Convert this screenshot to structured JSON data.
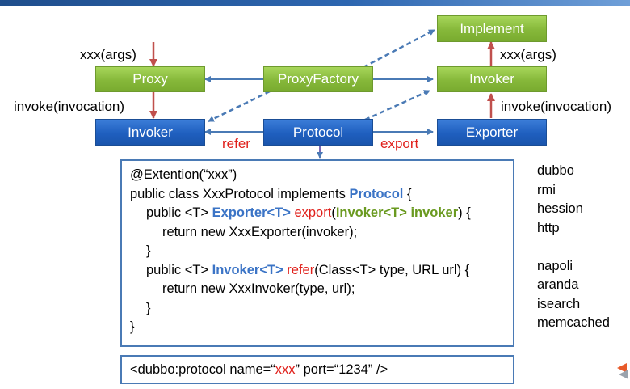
{
  "nodes": {
    "implement": "Implement",
    "proxy": "Proxy",
    "proxy_factory": "ProxyFactory",
    "invoker_right": "Invoker",
    "invoker_left": "Invoker",
    "protocol": "Protocol",
    "exporter": "Exporter"
  },
  "labels": {
    "xxx_args_left": "xxx(args)",
    "xxx_args_right": "xxx(args)",
    "invoke_left": "invoke(invocation)",
    "invoke_right": "invoke(invocation)",
    "refer": "refer",
    "export": "export"
  },
  "code": {
    "line1": "@Extention(“xxx”)",
    "line2_a": "public class XxxProtocol implements ",
    "line2_kw": "Protocol",
    "line2_b": " {",
    "line3_a": "public <T> ",
    "line3_kw": "Exporter<T>",
    "line3_fn": " export",
    "line3_p1": "(",
    "line3_arg": "Invoker<T> invoker",
    "line3_p2": ") {",
    "line4": "return new XxxExporter(invoker);",
    "line5": "}",
    "line6_a": "public <T> ",
    "line6_kw": "Invoker<T>",
    "line6_fn": " refer",
    "line6_b": "(Class<T> type, URL url) {",
    "line7": "return new XxxInvoker(type, url);",
    "line8": "}",
    "line9": "}"
  },
  "xml": {
    "prefix": "<dubbo:protocol name=“",
    "name_value": "xxx",
    "suffix": "” port=“1234” />"
  },
  "protocols_group1": [
    "dubbo",
    "rmi",
    "hession",
    "http"
  ],
  "protocols_group2": [
    "napoli",
    "aranda",
    "isearch",
    "memcached"
  ],
  "colors": {
    "green_box": "#86b83a",
    "blue_box": "#1f5fbf",
    "arrow_blue": "#4a7ab5",
    "arrow_red": "#c0504d",
    "keyword_red": "#e0201b"
  }
}
